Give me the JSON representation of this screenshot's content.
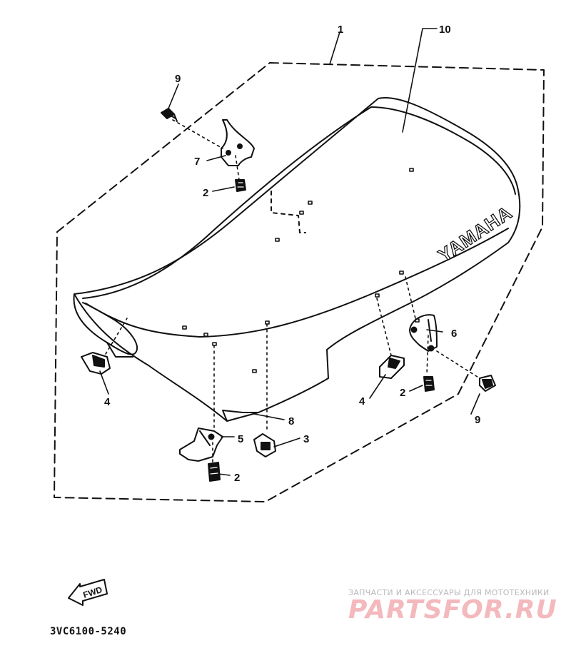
{
  "callouts": {
    "c1": "1",
    "c10": "10",
    "c9_top": "9",
    "c7": "7",
    "c2_top": "2",
    "c6": "6",
    "c4_left": "4",
    "c4_right": "4",
    "c2_right": "2",
    "c9_right": "9",
    "c8": "8",
    "c5": "5",
    "c3": "3",
    "c2_bottom": "2"
  },
  "seat_brand": "YAMAHA",
  "fwd_label": "FWD",
  "part_number": "3VC6100-5240",
  "watermark": {
    "subtitle": "ЗАПЧАСТИ И АКСЕССУАРЫ ДЛЯ МОТОТЕХНИКИ",
    "logo": "PARTSFOR.RU"
  },
  "colors": {
    "line": "#111111",
    "watermark_logo": "#f3b9bd",
    "watermark_text": "#b9b9b9"
  }
}
